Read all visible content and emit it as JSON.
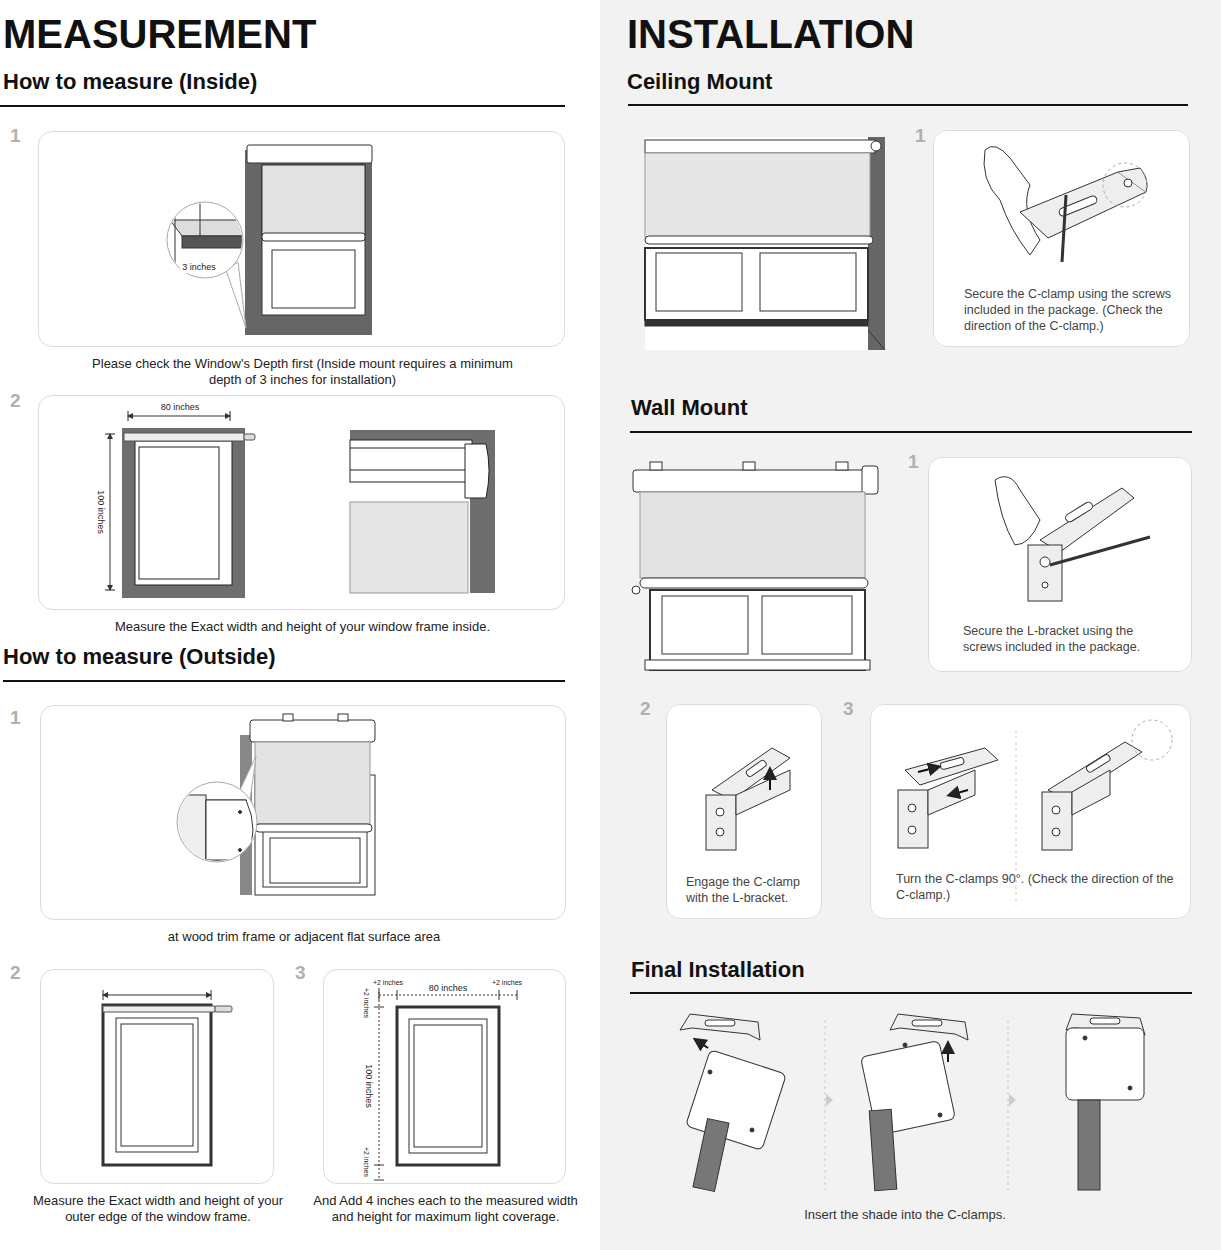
{
  "diagram": {
    "nodes": [
      {
        "text": [
          "Please check the Window's Depth first (Inside mount requires a minimum depth of 3 inches for installation)"
        ]
      },
      {
        "text": [
          "Measure the Exact width and height of your window frame inside."
        ]
      },
      {
        "text": [
          "at wood trim frame or adjacent flat surface area"
        ]
      },
      {
        "text": [
          "Measure the Exact width and height of your outer edge of the window frame."
        ]
      },
      {
        "text": [
          "And Add 4 inches each to the measured width and height for maximum light coverage."
        ]
      },
      {
        "text": [
          "Secure the C-clamp using the screws included in the package. (Check the direction of the C-clamp.)"
        ]
      },
      {
        "text": [
          "Secure the L-bracket using the screws included in the package."
        ]
      },
      {
        "text": [
          "Engage the C-clamp with the L-bracket."
        ]
      },
      {
        "text": [
          "Turn the C-clamps 90°. (Check the direction of the C-clamp.)"
        ]
      }
    ],
    "labels": [
      "MEASUREMENT",
      "How to measure (Inside)",
      "1",
      "3 inches",
      "2",
      "80 inches",
      "100 inches",
      "How to measure (Outside)",
      "1",
      "2",
      "3",
      "+2 inches",
      "80 inches",
      "+2 inches",
      "+2 inches",
      "100 inches",
      "+2 inches",
      "INSTALLATION",
      "Ceiling Mount",
      "1",
      "Wall Mount",
      "1",
      "2",
      "3",
      "Final Installation",
      "Insert the shade into the C-clamps."
    ]
  }
}
